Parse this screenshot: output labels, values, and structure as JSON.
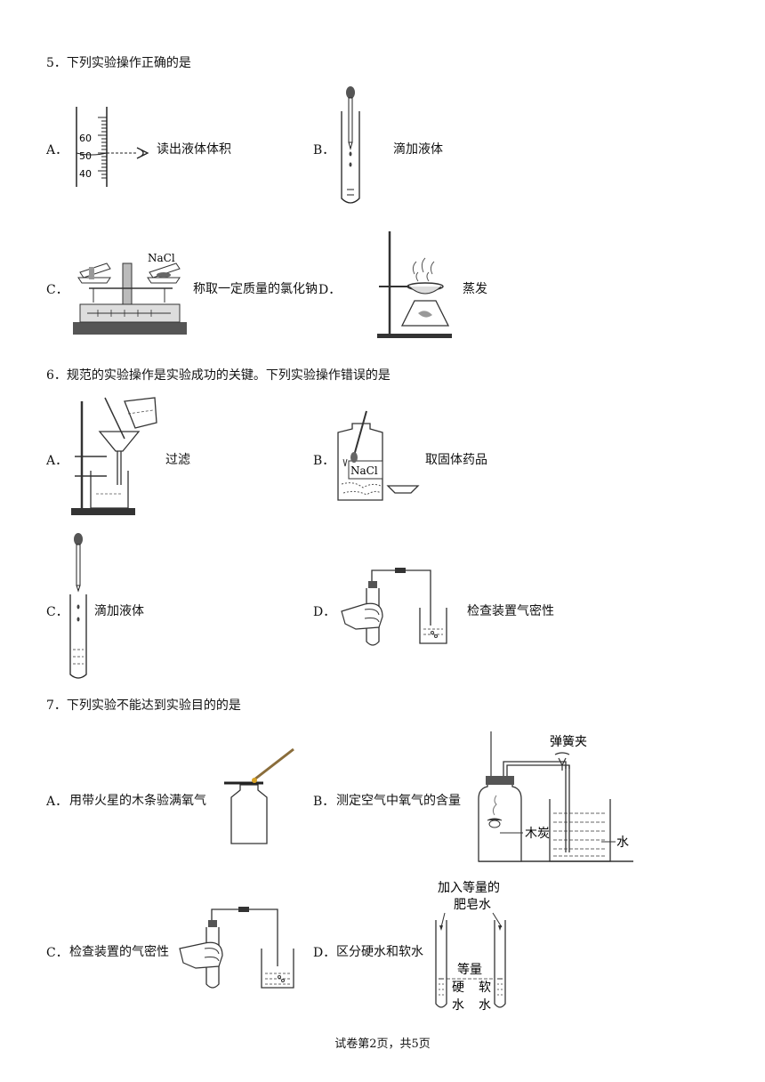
{
  "questions": [
    {
      "stem": "5．下列实验操作正确的是",
      "options": [
        {
          "letter": "A．",
          "caption": "读出液体体积",
          "ticks": [
            "60",
            "50",
            "40"
          ]
        },
        {
          "letter": "B．",
          "caption": "滴加液体"
        },
        {
          "letter": "C．",
          "caption": "称取一定质量的氯化钠",
          "label": "NaCl"
        },
        {
          "letter": "D．",
          "caption": "蒸发"
        }
      ]
    },
    {
      "stem": "6．规范的实验操作是实验成功的关键。下列实验操作错误的是",
      "options": [
        {
          "letter": "A．",
          "caption": "过滤"
        },
        {
          "letter": "B．",
          "caption": "取固体药品",
          "label": "NaCl"
        },
        {
          "letter": "C．",
          "caption": "滴加液体"
        },
        {
          "letter": "D．",
          "caption": "检查装置气密性"
        }
      ]
    },
    {
      "stem": "7．下列实验不能达到实验目的的是",
      "options": [
        {
          "letter": "A．",
          "caption": "用带火星的木条验满氧气"
        },
        {
          "letter": "B．",
          "caption": "测定空气中氧气的含量",
          "labels": {
            "clamp": "弹簧夹",
            "charcoal": "木炭",
            "water": "水"
          }
        },
        {
          "letter": "C．",
          "caption": "检查装置的气密性"
        },
        {
          "letter": "D．",
          "caption": "区分硬水和软水",
          "labels": {
            "top1": "加入等量的",
            "top2": "肥皂水",
            "equal": "等量",
            "hard1": "硬",
            "hard2": "水",
            "soft1": "软",
            "soft2": "水"
          }
        }
      ]
    }
  ],
  "footer": "试卷第2页，共5页"
}
